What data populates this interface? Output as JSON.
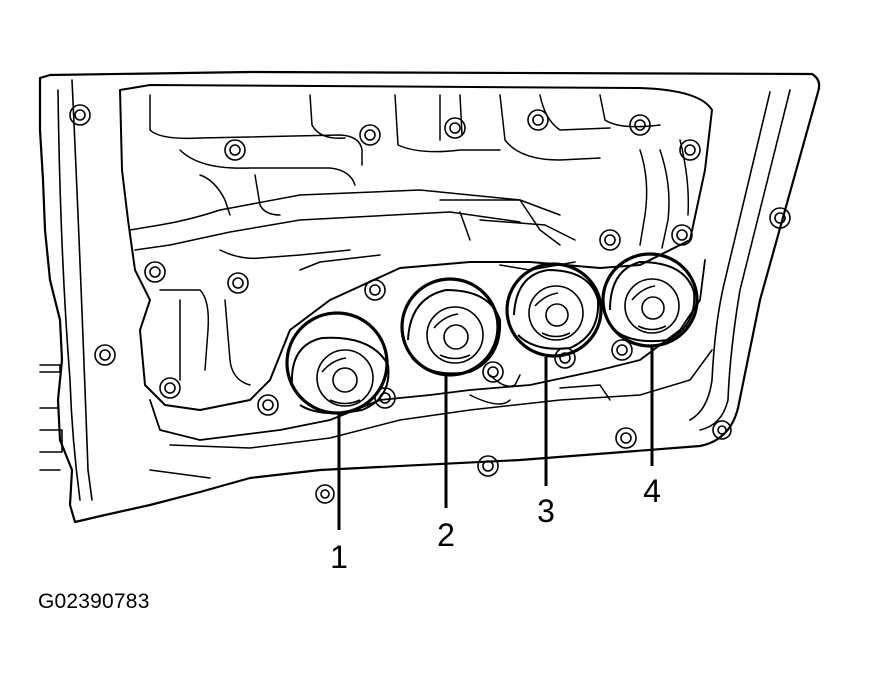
{
  "figure_id": "G02390783",
  "callouts": [
    {
      "number": "1"
    },
    {
      "number": "2"
    },
    {
      "number": "3"
    },
    {
      "number": "4"
    }
  ]
}
